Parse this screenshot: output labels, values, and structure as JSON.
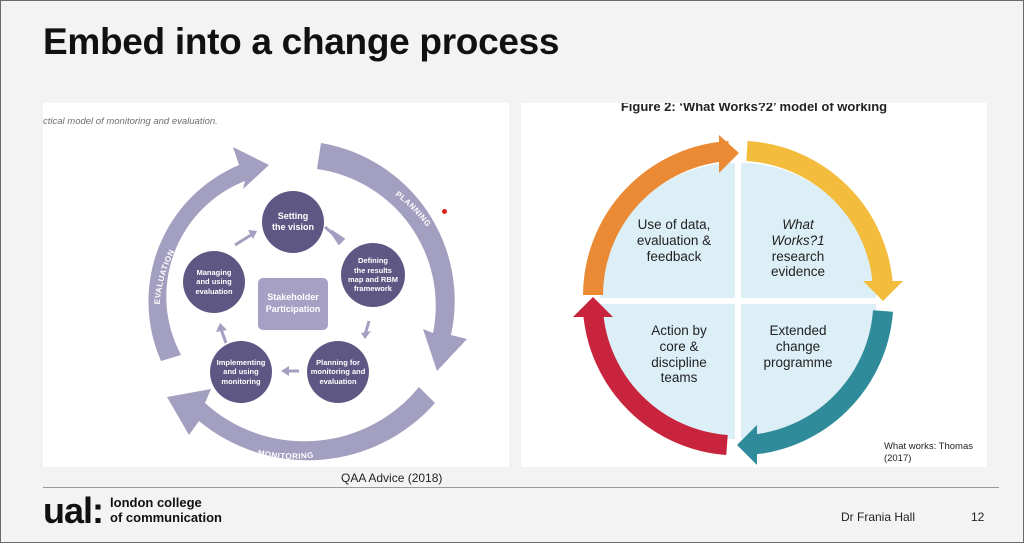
{
  "slide": {
    "title": "Embed into a change process",
    "page_number": "12",
    "author": "Dr Frania Hall",
    "source_left": "QAA Advice (2018)"
  },
  "logo": {
    "mark": "ual:",
    "text": "london college\nof communication"
  },
  "left_figure": {
    "caption": "ctical model of monitoring and evaluation.",
    "arcs": [
      "EVALUATION",
      "PLANNING",
      "MONITORING"
    ],
    "center": "Stakeholder\nParticipation",
    "nodes": [
      "Setting\nthe vision",
      "Defining\nthe results\nmap and RBM\nframework",
      "Planning for\nmonitoring and\nevaluation",
      "Implementing\nand using\nmonitoring",
      "Managing\nand using\nevaluation"
    ],
    "colors": {
      "arc": "#a29fc0",
      "node": "#5e5783",
      "center": "#a5a0c4"
    }
  },
  "right_figure": {
    "title": "Figure 2: ‘What Works?2’ model of working",
    "quadrants": {
      "top_left": "Use of data,\nevaluation &\nfeedback",
      "top_right_italic": "What\nWorks?1",
      "top_right_rest": "research\nevidence",
      "bottom_left": "Action by\ncore &\ndiscipline\nteams",
      "bottom_right": "Extended\nchange\nprogramme"
    },
    "credit": "What works: Thomas\n(2017)",
    "colors": {
      "orange": "#ea8a35",
      "yellow": "#f3bc3c",
      "teal": "#2f8b99",
      "red": "#c8243d",
      "fill": "#dceff7"
    }
  }
}
